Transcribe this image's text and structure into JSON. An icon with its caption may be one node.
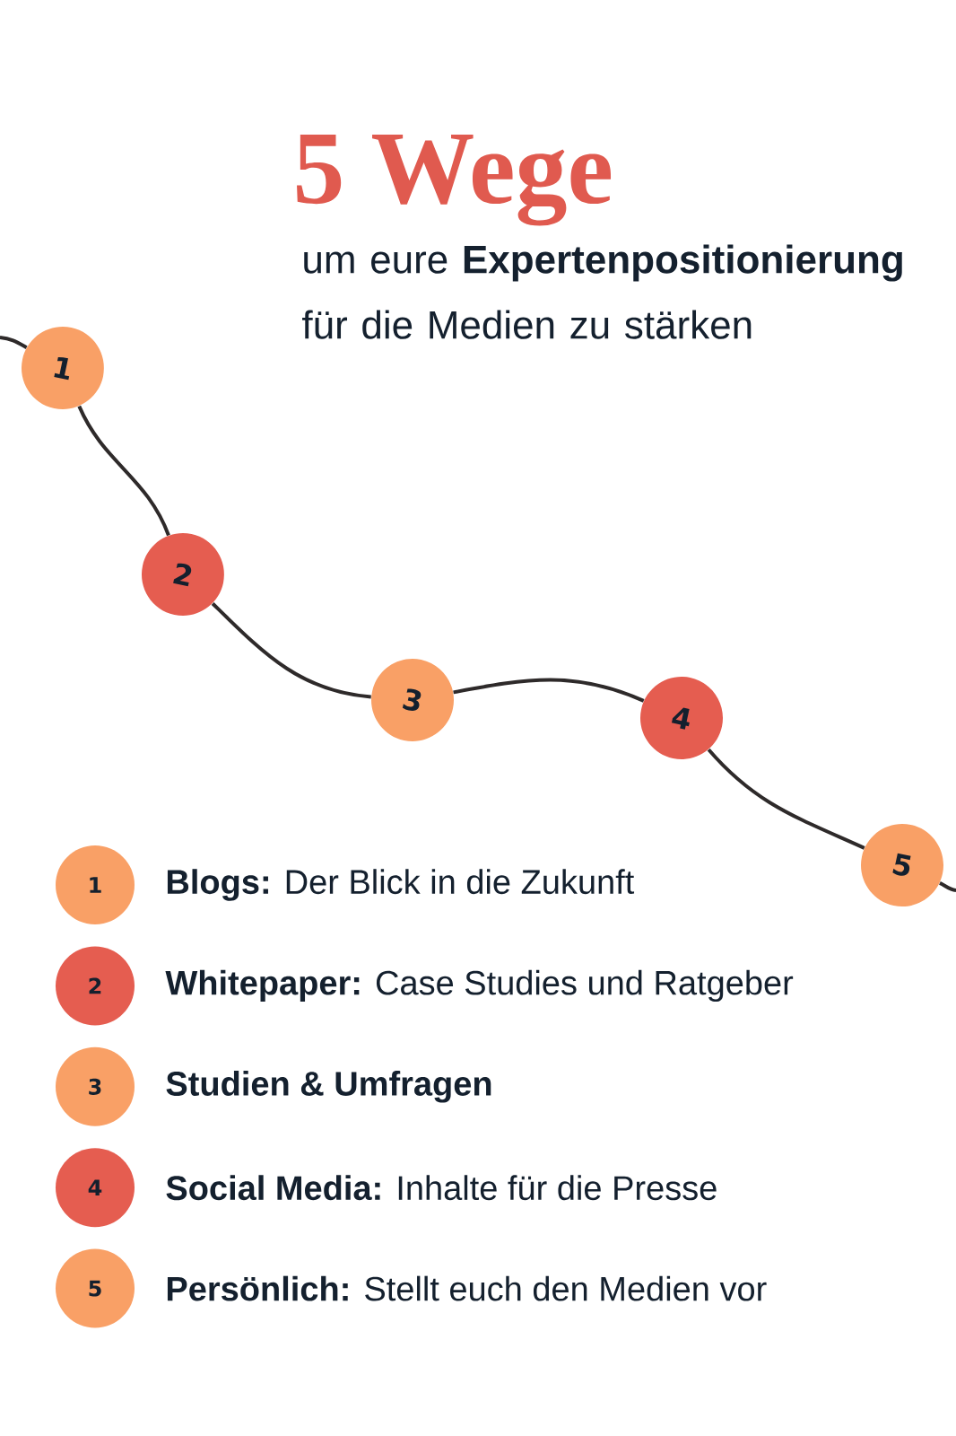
{
  "diagram": {
    "title": "5 Wege",
    "nodes": [
      {
        "text": [
          "1"
        ]
      },
      {
        "text": [
          "2"
        ]
      },
      {
        "text": [
          "3"
        ]
      },
      {
        "text": [
          "4"
        ]
      },
      {
        "text": [
          "5"
        ]
      },
      {
        "text": [
          "1"
        ],
        "beside": [
          "**Blogs:** Der Blick in die Zukunft"
        ]
      },
      {
        "text": [
          "2"
        ],
        "beside": [
          "**Whitepaper:** Case Studies und Ratgeber"
        ]
      },
      {
        "text": [
          "3"
        ],
        "beside": [
          "Studien & Umfragen"
        ]
      },
      {
        "text": [
          "4"
        ],
        "beside": [
          "**Social Media:** Inhalte für die Presse"
        ]
      },
      {
        "text": [
          "5"
        ],
        "beside": [
          "**Persönlich:** Stellt euch den Medien vor"
        ]
      }
    ],
    "edges": [
      {
        "from": null,
        "to": 0,
        "arrow": "none"
      },
      {
        "from": 0,
        "to": 1,
        "arrow": "none"
      },
      {
        "from": 1,
        "to": 2,
        "arrow": "none"
      },
      {
        "from": 2,
        "to": 3,
        "arrow": "none"
      },
      {
        "from": 3,
        "to": 4,
        "arrow": "none"
      },
      {
        "from": 4,
        "to": null,
        "arrow": "none"
      }
    ],
    "labels": [
      "um eure **Expertenpositionierung** für die Medien zu stärken"
    ]
  }
}
